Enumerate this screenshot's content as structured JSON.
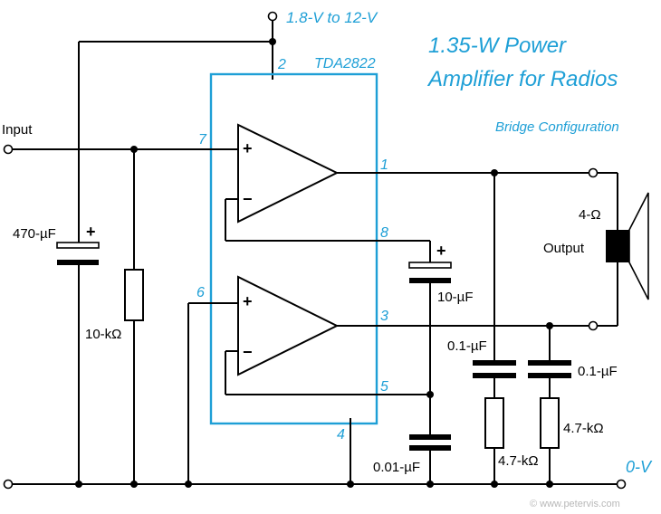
{
  "title": {
    "line1": "1.35-W Power",
    "line2": "Amplifier for Radios",
    "subtitle": "Bridge Configuration"
  },
  "supply_label": "1.8-V to 12-V",
  "ground_label": "0-V",
  "chip_label": "TDA2822",
  "input_label": "Input",
  "output_label": "Output",
  "components": {
    "c_input": "470-µF",
    "r_input": "10-kΩ",
    "c_bridge": "10-µF",
    "c_small": "0.01-µF",
    "c_zobel1": "0.1-µF",
    "c_zobel2": "0.1-µF",
    "r_zobel1": "4.7-kΩ",
    "r_zobel2": "4.7-kΩ",
    "speaker": "4-Ω"
  },
  "pins": {
    "p1": "1",
    "p2": "2",
    "p3": "3",
    "p4": "4",
    "p5": "5",
    "p6": "6",
    "p7": "7",
    "p8": "8"
  },
  "signs": {
    "plus": "+",
    "minus": "−"
  },
  "watermark": "© www.petervis.com",
  "colors": {
    "chip": "#1e9fd6",
    "wire": "#000000",
    "watermark": "#b8b8b8"
  }
}
